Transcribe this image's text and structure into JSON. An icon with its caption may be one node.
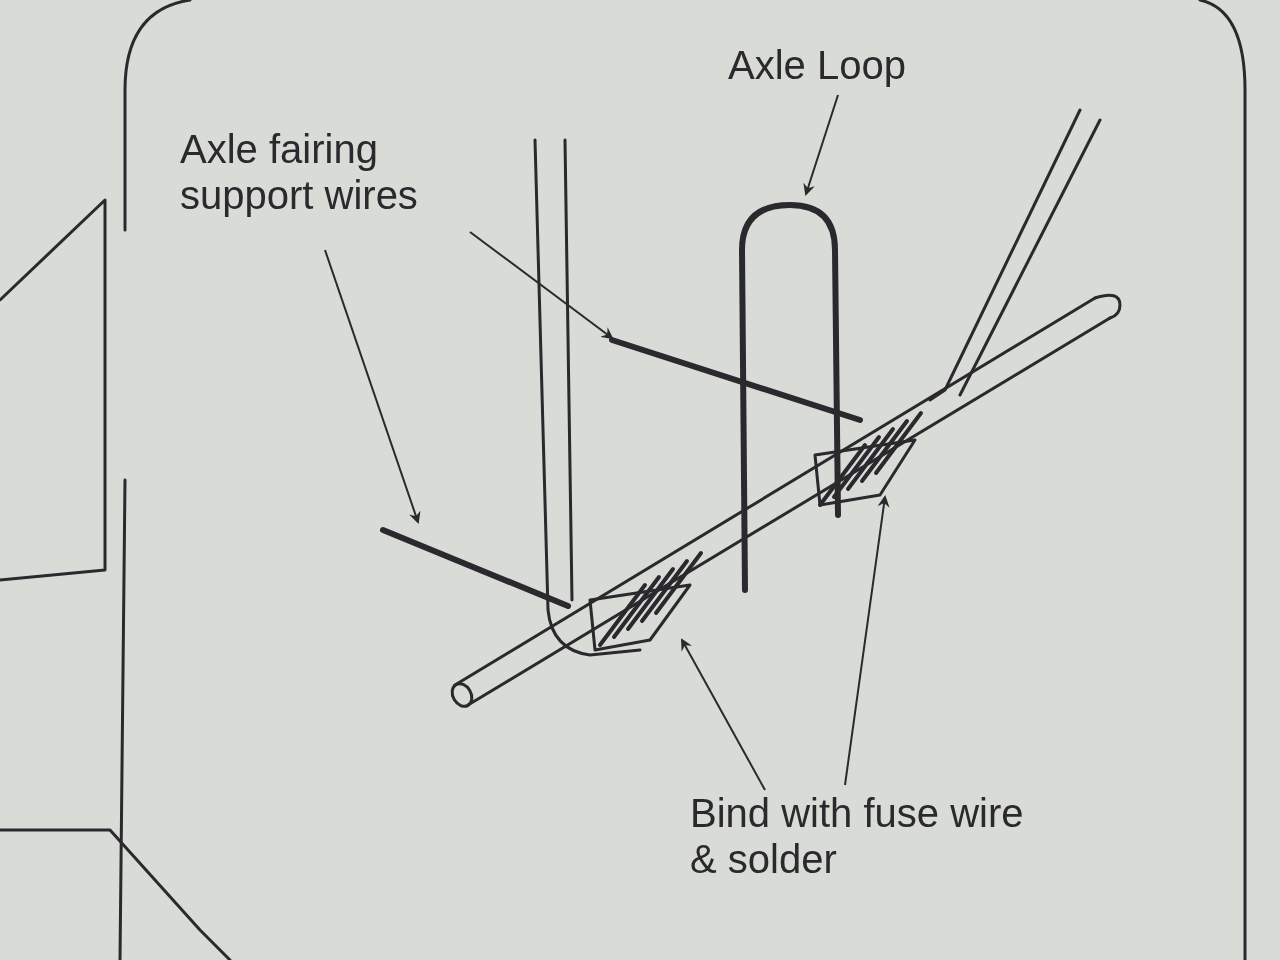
{
  "diagram": {
    "nodes": [
      {
        "text": [
          "Axle Loop"
        ]
      },
      {
        "text": [
          "Axle fairing support wires"
        ]
      },
      {
        "text": [
          "Bind with fuse wire & solder"
        ]
      },
      {
        "text": [],
        "shape": "picture"
      },
      {
        "text": [],
        "shape": "picture"
      },
      {
        "text": [],
        "shape": "picture"
      },
      {
        "text": [],
        "shape": "picture"
      },
      {
        "text": [],
        "shape": "picture"
      }
    ],
    "edges": [
      {
        "from": 0,
        "to": 3,
        "arrow": "to"
      },
      {
        "from": 1,
        "to": 4,
        "arrow": "to"
      },
      {
        "from": 1,
        "to": 5,
        "arrow": "to"
      },
      {
        "from": 2,
        "to": 6,
        "arrow": "to"
      },
      {
        "from": 2,
        "to": 7,
        "arrow": "to"
      }
    ]
  }
}
